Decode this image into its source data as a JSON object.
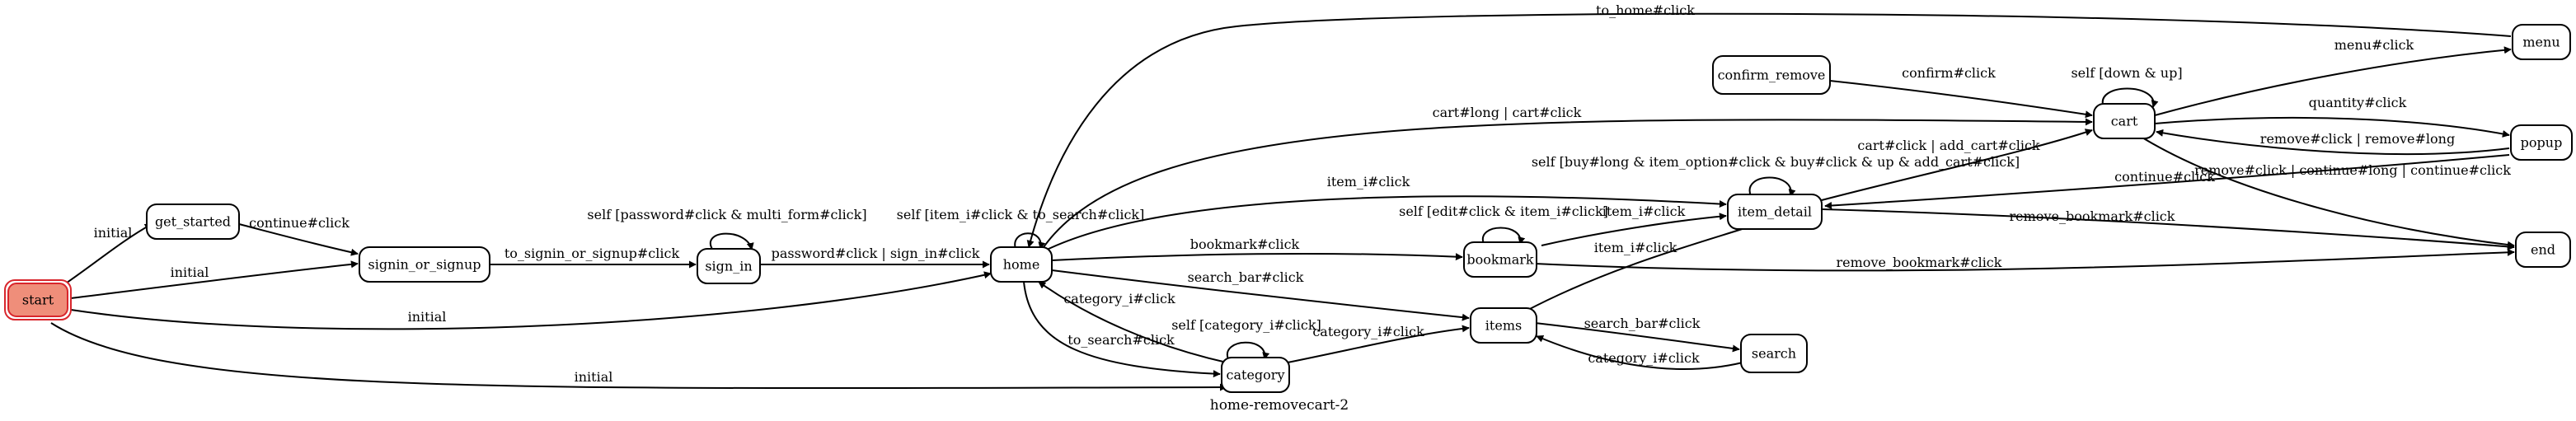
{
  "caption": "home-removecart-2",
  "colors": {
    "start_fill": "#ef8e7a",
    "start_stroke": "#d8262c",
    "line": "#000000",
    "node_fill": "#ffffff"
  },
  "nodes": {
    "start": "start",
    "get_started": "get_started",
    "signin_or_signup": "signin_or_signup",
    "sign_in": "sign_in",
    "home": "home",
    "category": "category",
    "items": "items",
    "search": "search",
    "bookmark": "bookmark",
    "item_detail": "item_detail",
    "confirm_remove": "confirm_remove",
    "cart": "cart",
    "menu": "menu",
    "popup": "popup",
    "end": "end"
  },
  "edges": {
    "start_get_started": "initial",
    "start_signin": "initial",
    "start_home": "initial",
    "start_category": "initial",
    "get_started_signin": "continue#click",
    "signin_sign_in": "to_signin_or_signup#click",
    "sign_in_self": "self [password#click & multi_form#click]",
    "sign_in_home": "password#click | sign_in#click",
    "home_self": "self [item_i#click & to_search#click]",
    "home_category": "to_search#click",
    "category_home": "category_i#click",
    "category_self": "self [category_i#click]",
    "category_items": "category_i#click",
    "home_items": "search_bar#click",
    "items_search": "search_bar#click",
    "search_items": "category_i#click",
    "home_bookmark": "bookmark#click",
    "bookmark_self": "self [edit#click & item_i#click]",
    "bookmark_item_detail": "item_i#click",
    "bookmark_end": "remove_bookmark#click",
    "home_item_detail": "item_i#click",
    "items_item_detail": "item_i#click",
    "item_detail_self": "self [buy#long & item_option#click & buy#click & up & add_cart#click]",
    "item_detail_cart": "cart#click | add_cart#click",
    "item_detail_end": "remove_bookmark#click",
    "home_cart": "cart#long | cart#click",
    "confirm_remove_cart": "confirm#click",
    "cart_self": "self [down & up]",
    "cart_menu": "menu#click",
    "cart_popup": "quantity#click",
    "cart_end": "remove#click | continue#long | continue#click",
    "popup_cart": "remove#click | remove#long",
    "popup_item_detail": "continue#click",
    "menu_home": "to_home#click"
  }
}
